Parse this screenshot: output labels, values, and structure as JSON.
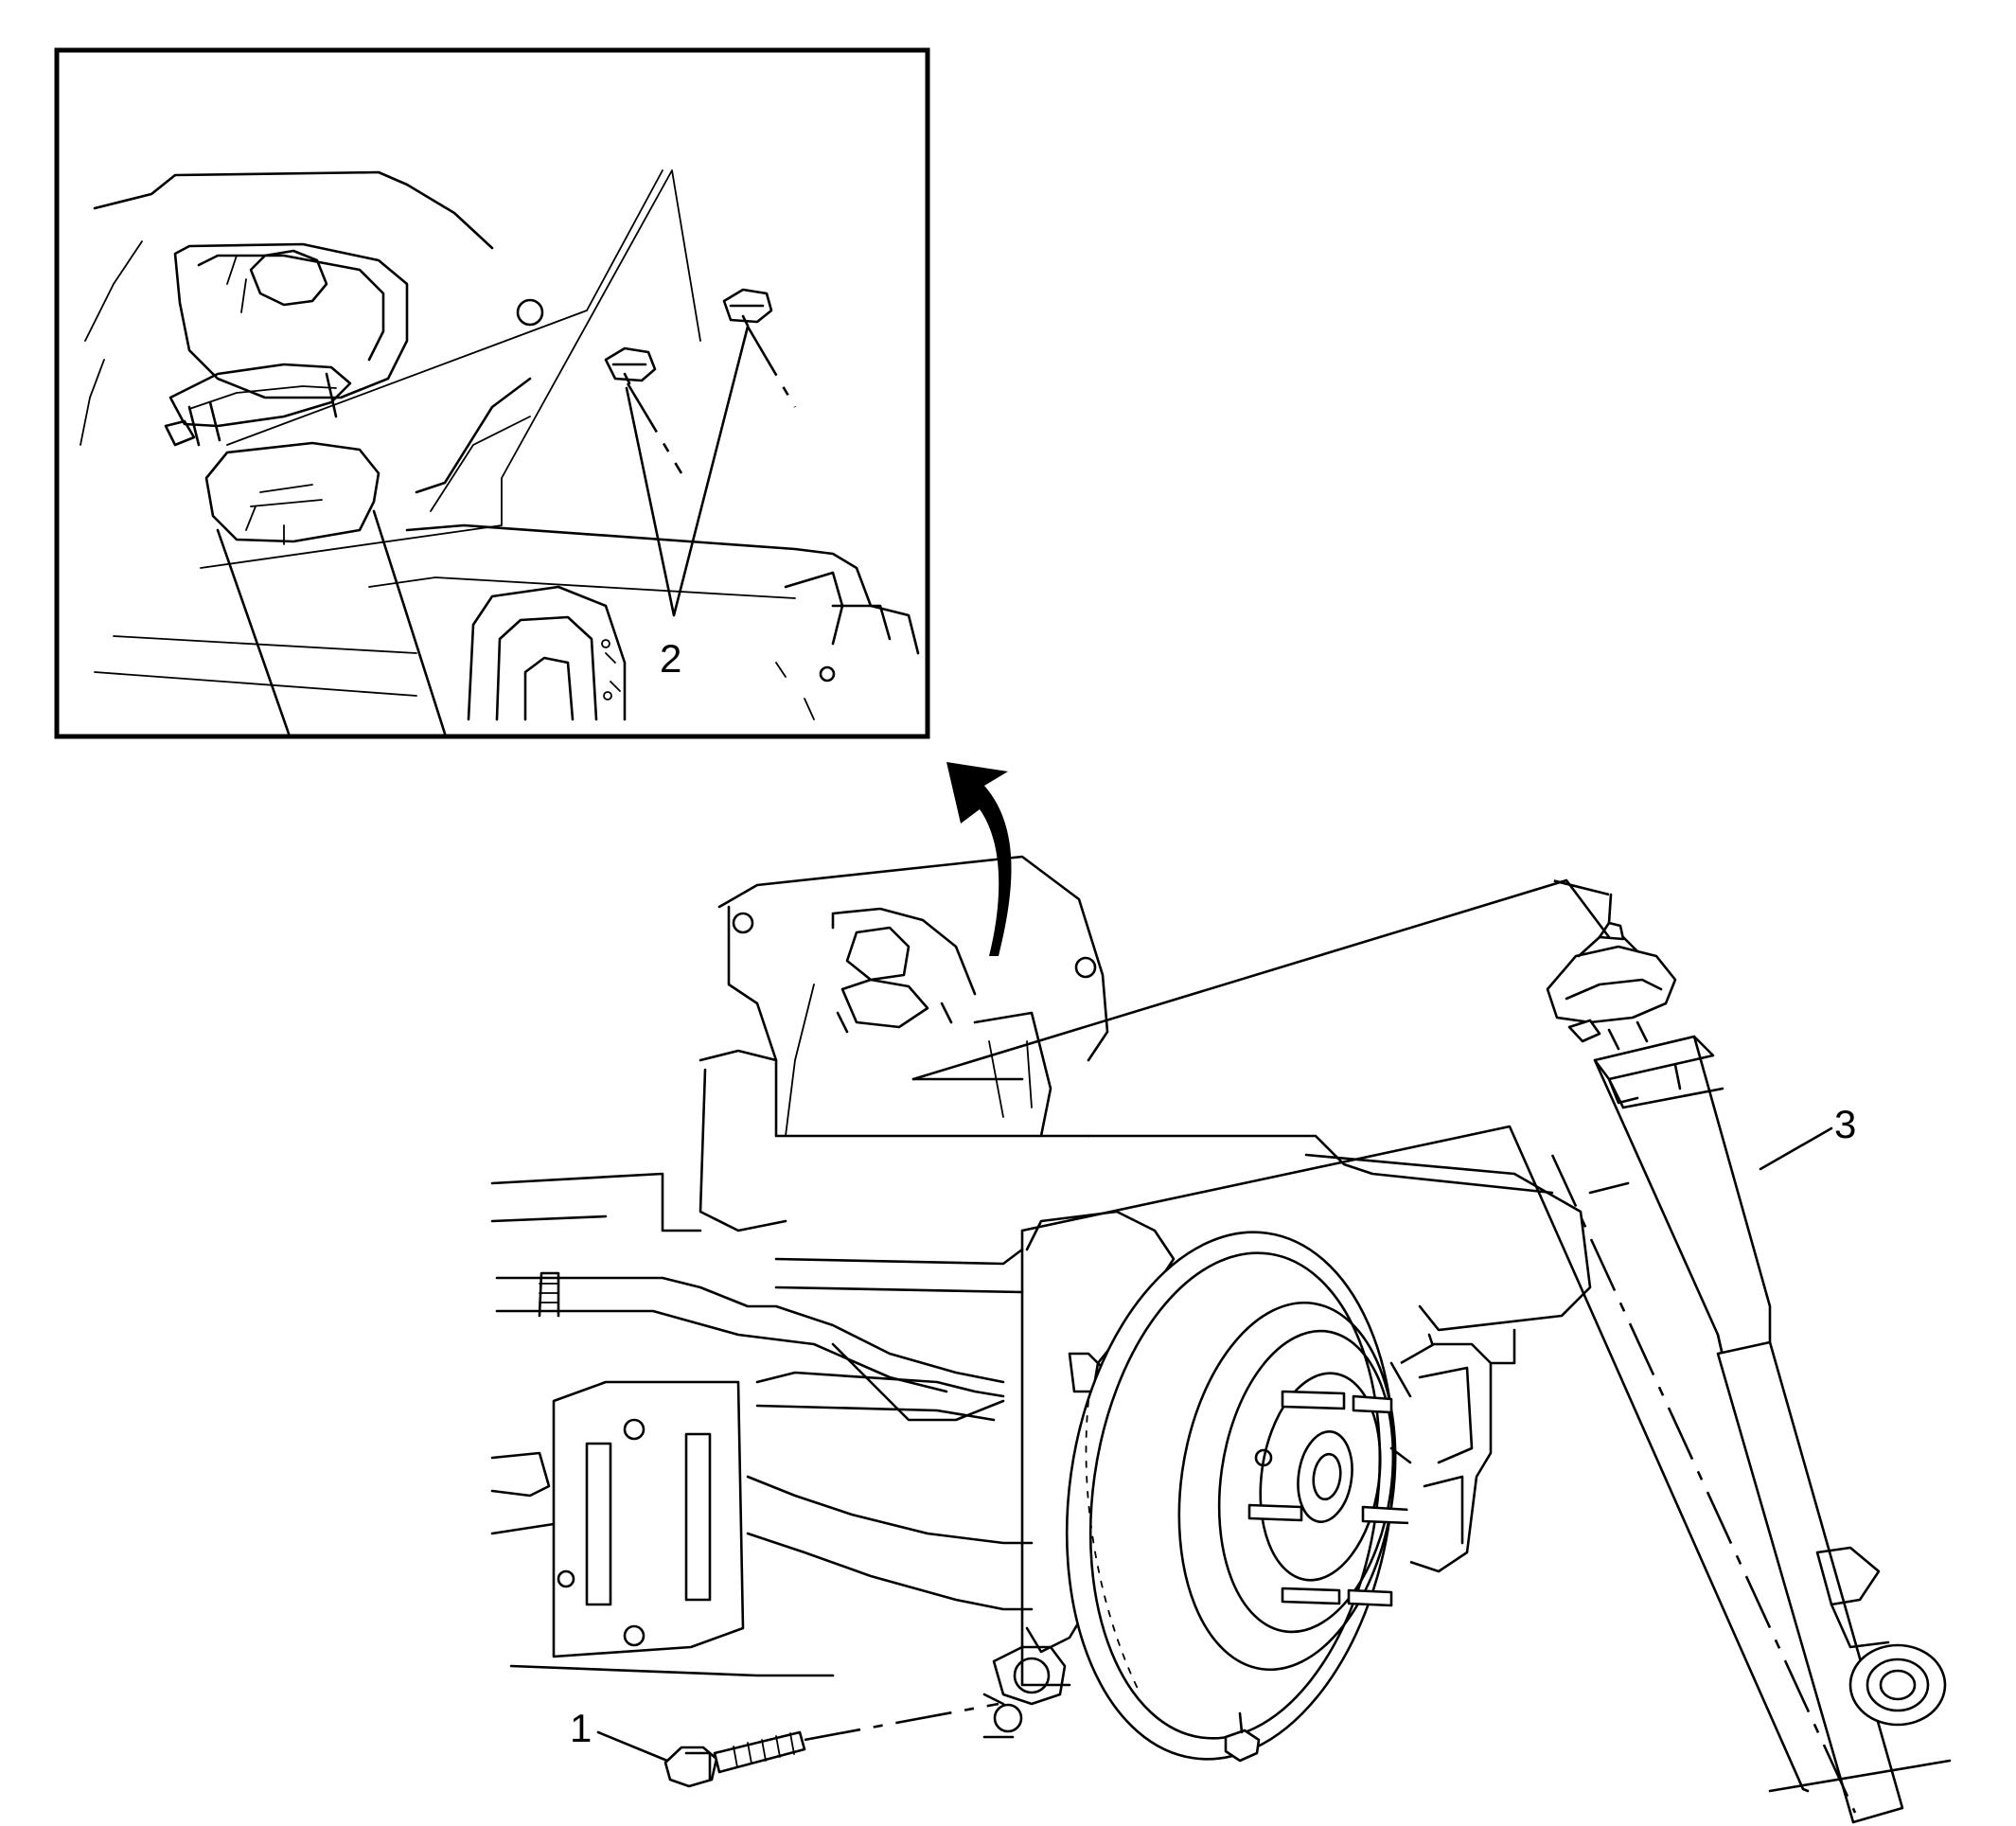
{
  "callouts": {
    "bolt": "1",
    "nuts": "2",
    "shock_absorber": "3"
  },
  "colors": {
    "line": "#000000",
    "background": "#ffffff"
  },
  "icons": {
    "detail_arrow": "curved-arrow-icon"
  }
}
